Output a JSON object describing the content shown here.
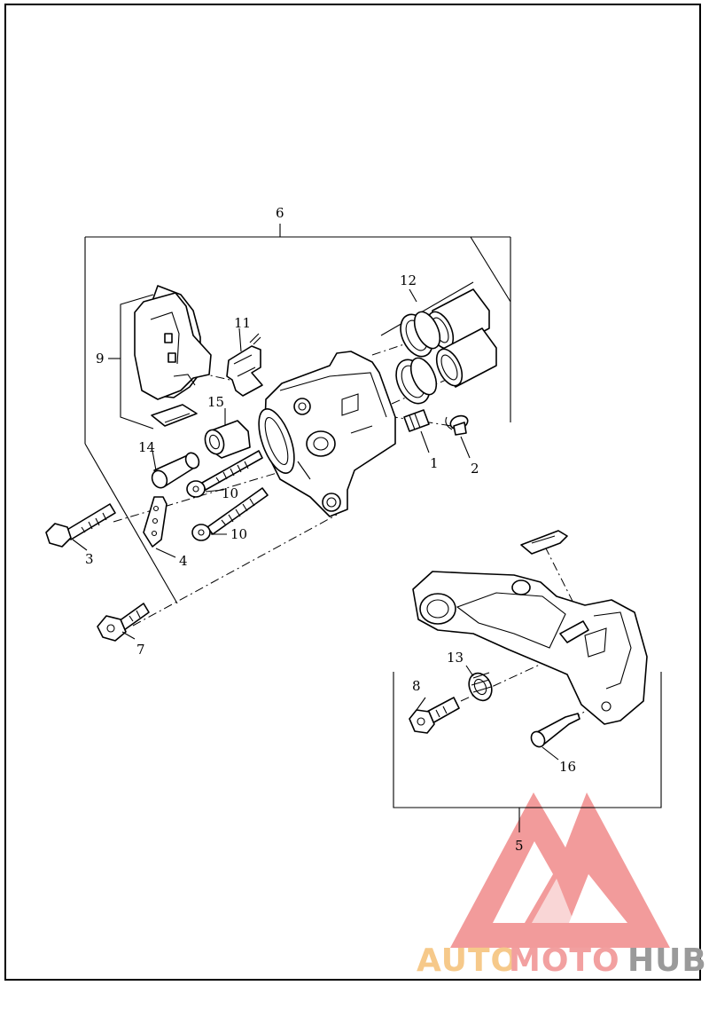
{
  "callouts": {
    "c1": "1",
    "c2": "2",
    "c3": "3",
    "c4": "4",
    "c5": "5",
    "c6": "6",
    "c7": "7",
    "c8": "8",
    "c9": "9",
    "c10a": "10",
    "c10b": "10",
    "c11": "11",
    "c12": "12",
    "c13": "13",
    "c14": "14",
    "c15": "15",
    "c16": "16"
  },
  "watermark": {
    "part1": "AUTO",
    "part2": "MOTO",
    "part3": "HUB",
    "colors": {
      "logo": "#f08a8a",
      "auto": "#f6c98a",
      "moto": "#f2a0a0",
      "hub": "#9a9a9a"
    }
  }
}
